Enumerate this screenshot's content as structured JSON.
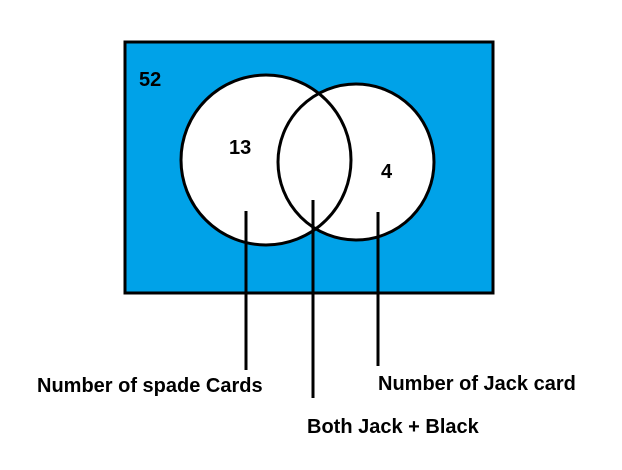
{
  "diagram": {
    "universe_count": "52",
    "set_a_count": "13",
    "set_b_count": "4",
    "labels": {
      "set_a": "Number of spade Cards",
      "intersection": "Both Jack + Black",
      "set_b": "Number of Jack card"
    },
    "colors": {
      "universe_fill": "#00a2e8",
      "circle_fill": "#ffffff",
      "stroke": "#000000"
    }
  }
}
